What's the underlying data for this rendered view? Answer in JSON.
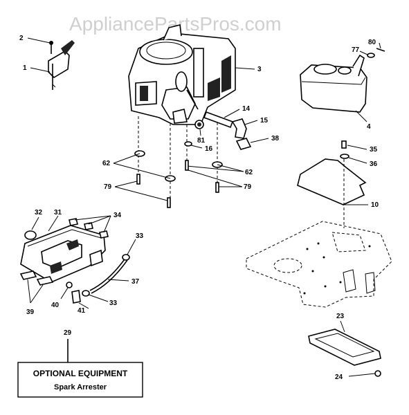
{
  "watermark": "AppliancePartsPros.com",
  "callouts": {
    "c1": "1",
    "c2": "2",
    "c3": "3",
    "c4": "4",
    "c10": "10",
    "c14": "14",
    "c15": "15",
    "c16": "16",
    "c23": "23",
    "c24": "24",
    "c29": "29",
    "c31": "31",
    "c32": "32",
    "c33a": "33",
    "c33b": "33",
    "c34": "34",
    "c35": "35",
    "c36": "36",
    "c37": "37",
    "c38": "38",
    "c39": "39",
    "c40": "40",
    "c41": "41",
    "c62a": "62",
    "c62b": "62",
    "c77": "77",
    "c79a": "79",
    "c79b": "79",
    "c80": "80",
    "c81": "81"
  },
  "optional_box": {
    "title": "OPTIONAL EQUIPMENT",
    "subtitle": "Spark Arrester"
  }
}
